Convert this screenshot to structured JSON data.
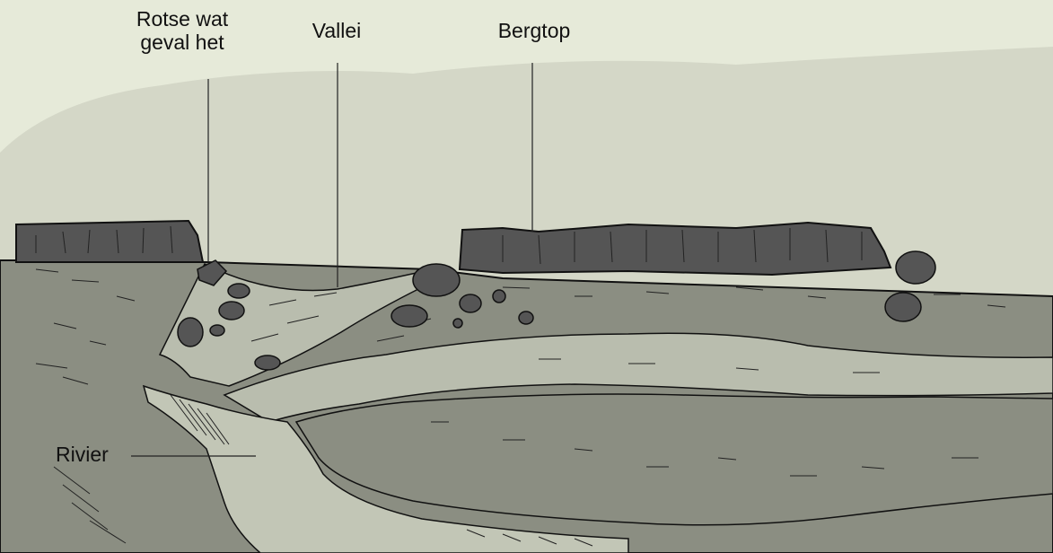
{
  "labels": {
    "rocks": "Rotse wat\ngeval het",
    "valley": "Vallei",
    "peak": "Bergtop",
    "river": "Rivier"
  },
  "colors": {
    "background": "#e6ead9",
    "sky": "#d4d7c7",
    "plateau_dark": "#555555",
    "slope_mid": "#8b8e82",
    "valley_light": "#b9bdae",
    "river": "#c2c6b6",
    "outline": "#111111"
  }
}
